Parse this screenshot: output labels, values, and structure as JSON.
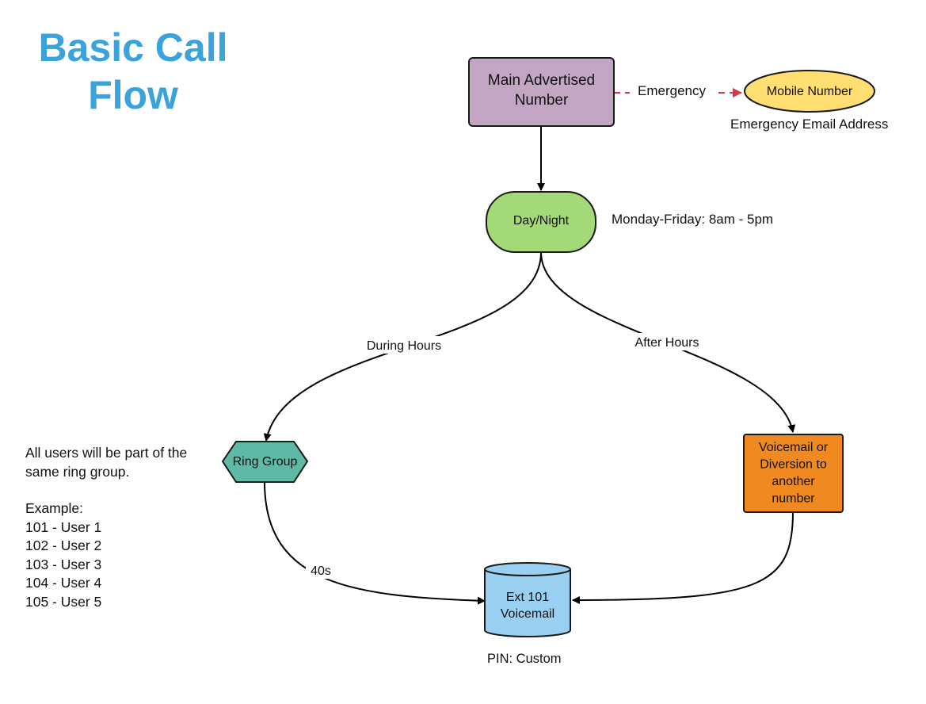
{
  "title": "Basic Call\nFlow",
  "nodes": {
    "main_number": [
      "Main Advertised",
      "Number"
    ],
    "mobile_number": [
      "Mobile Number"
    ],
    "day_night": [
      "Day/Night"
    ],
    "ring_group": [
      "Ring Group"
    ],
    "voicemail_diversion": [
      "Voicemail or",
      "Diversion to",
      "another",
      "number"
    ],
    "ext_voicemail": [
      "Ext 101",
      "Voicemail"
    ]
  },
  "edges": {
    "emergency": "Emergency",
    "during_hours": "During Hours",
    "after_hours": "After Hours",
    "timeout": "40s"
  },
  "annotations": {
    "emergency_email": "Emergency Email Address",
    "schedule": "Monday-Friday: 8am - 5pm",
    "pin": "PIN: Custom"
  },
  "notes": {
    "description": [
      "All users will be part of the",
      "same ring group."
    ],
    "example_heading": "Example:",
    "users": [
      "101 - User 1",
      "102 - User 2",
      "103 - User 3",
      "104 - User 4",
      "105 - User 5"
    ]
  },
  "colors": {
    "title": "#3aa3dc",
    "main_number": "#c2a6c4",
    "mobile_number": "#ffdf71",
    "day_night": "#a3d977",
    "ring_group": "#5ebaa6",
    "voicemail_diversion": "#f0891f",
    "ext_voicemail": "#99d0f2",
    "emergency_arrow": "#d33a4a"
  }
}
